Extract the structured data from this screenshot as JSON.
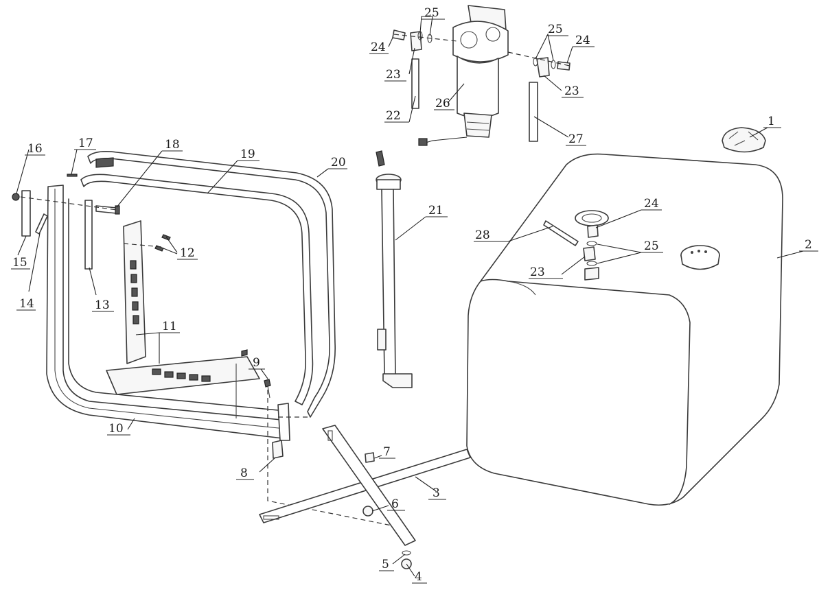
{
  "callouts": {
    "c1": "1",
    "c2": "2",
    "c3": "3",
    "c4": "4",
    "c5": "5",
    "c6": "6",
    "c7": "7",
    "c8": "8",
    "c9": "9",
    "c10": "10",
    "c11": "11",
    "c12": "12",
    "c13": "13",
    "c14": "14",
    "c15": "15",
    "c16": "16",
    "c17": "17",
    "c18": "18",
    "c19": "19",
    "c20": "20",
    "c21": "21",
    "c22": "22",
    "c23a": "23",
    "c23b": "23",
    "c23c": "23",
    "c24a": "24",
    "c24b": "24",
    "c24c": "24",
    "c25a": "25",
    "c25b": "25",
    "c25c": "25",
    "c26": "26",
    "c27": "27",
    "c28": "28"
  }
}
